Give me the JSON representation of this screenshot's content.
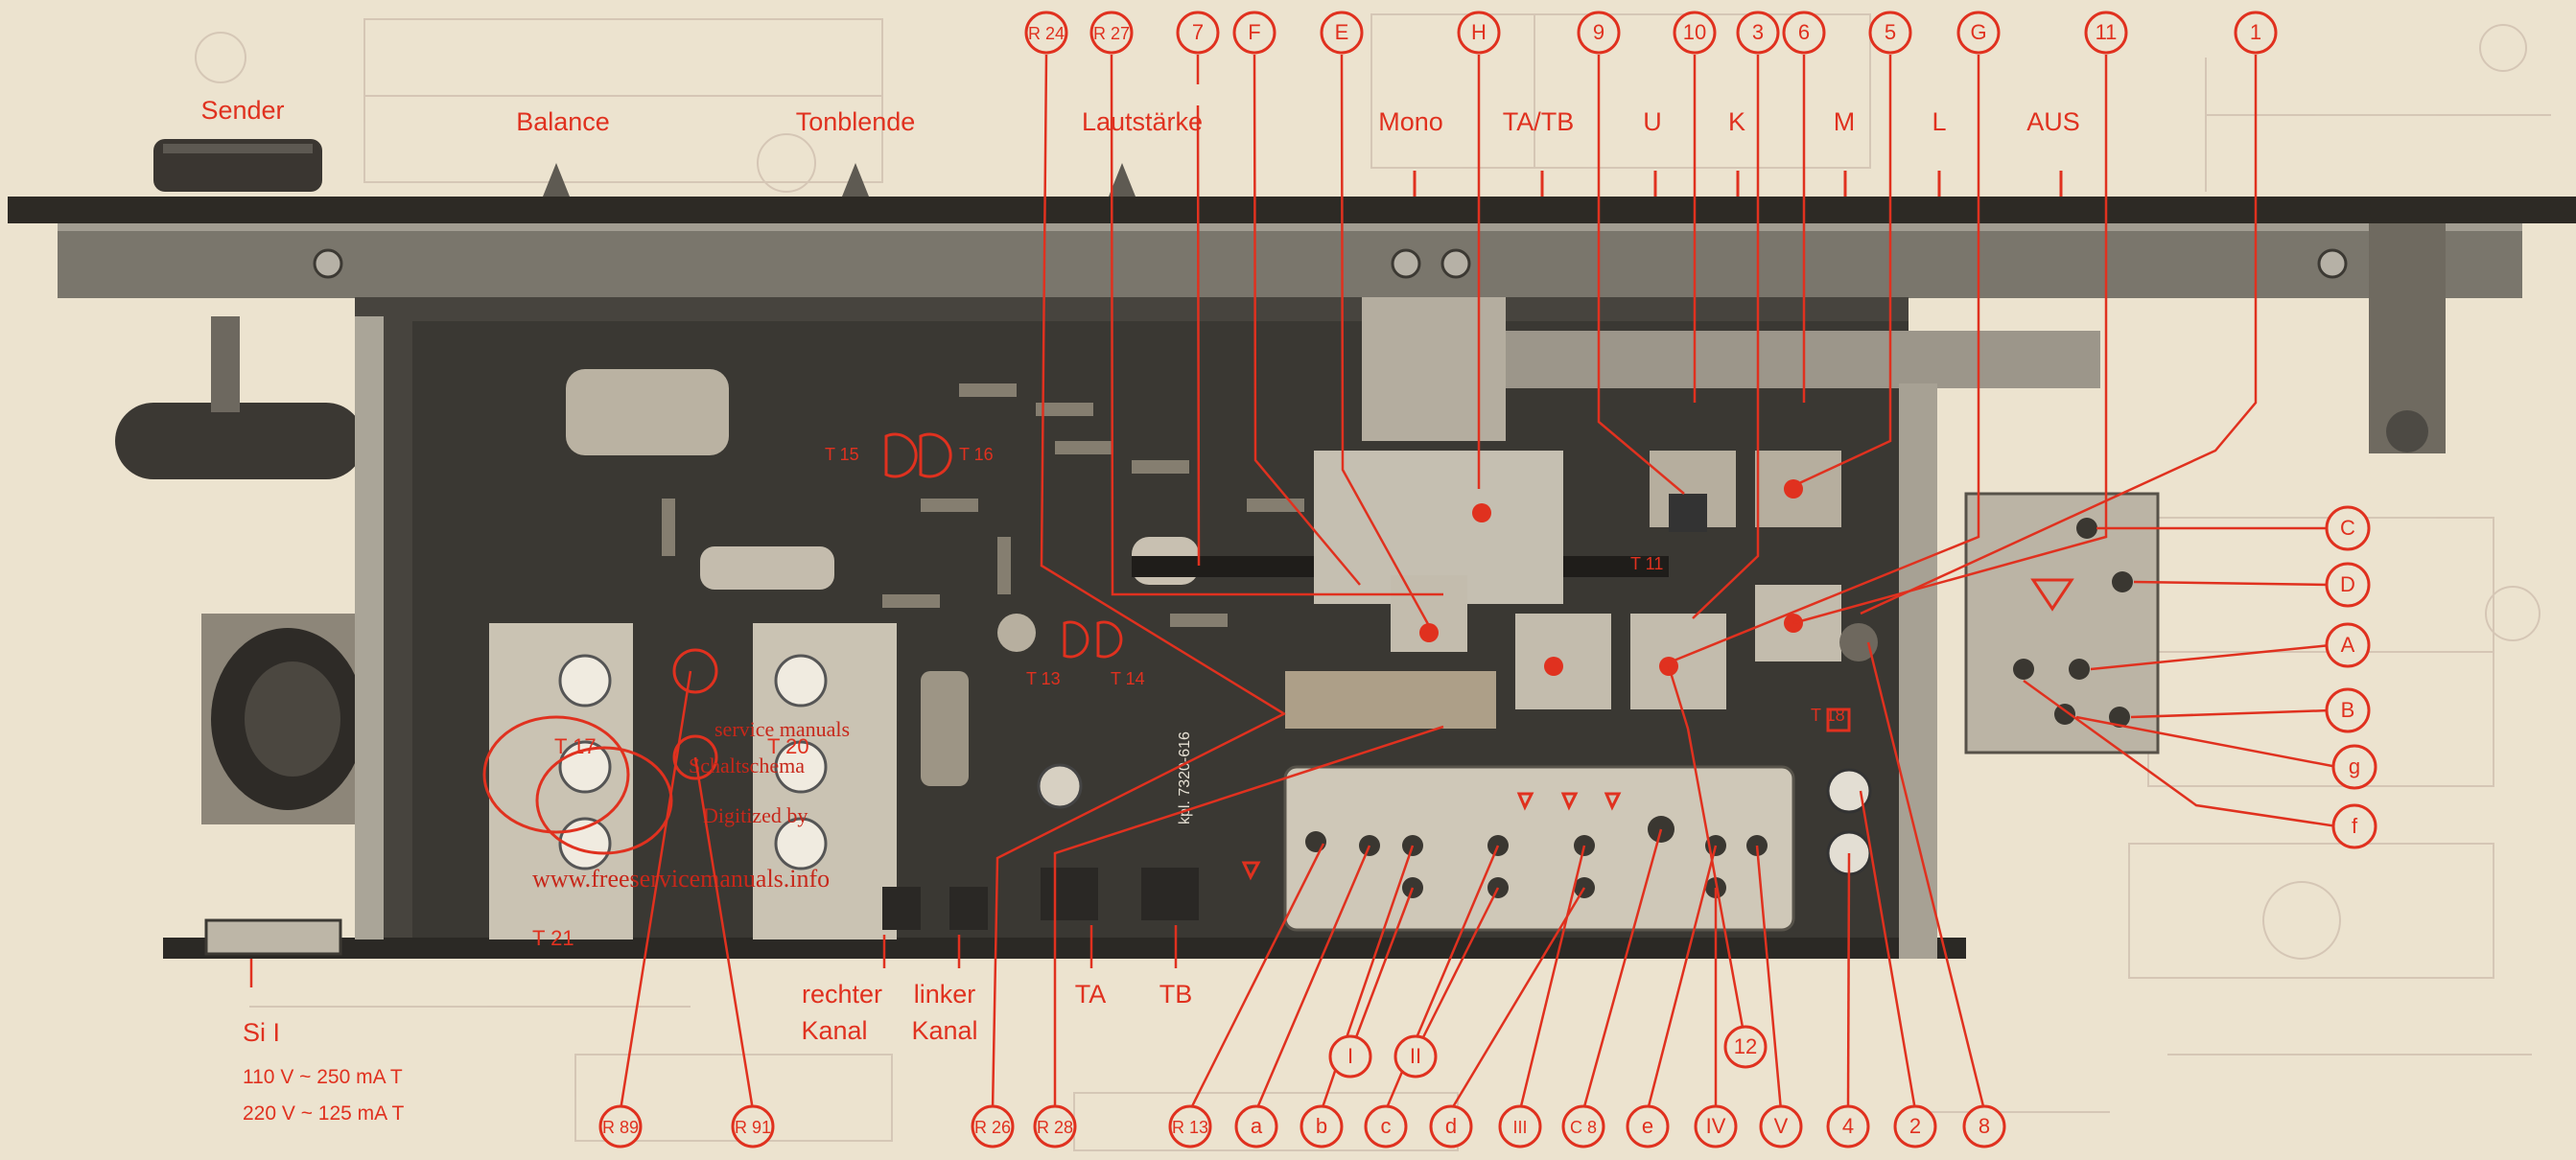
{
  "controls_top": [
    "Sender",
    "Balance",
    "Tonblende",
    "Lautstärke",
    "Mono",
    "TA/TB",
    "U",
    "K",
    "M",
    "L",
    "AUS"
  ],
  "callouts_top": [
    "R 24",
    "R 27",
    "7",
    "F",
    "E",
    "H",
    "9",
    "10",
    "3",
    "6",
    "5",
    "G",
    "11",
    "1"
  ],
  "callouts_right": [
    "C",
    "D",
    "A",
    "B",
    "g",
    "f"
  ],
  "callouts_bottom": [
    "R 89",
    "R 91",
    "R 26",
    "R 28",
    "R 13",
    "a",
    "b",
    "c",
    "d",
    "III",
    "C 8",
    "e",
    "IV",
    "V",
    "4",
    "2",
    "8"
  ],
  "callouts_mid": [
    "I",
    "II",
    "12"
  ],
  "bottom_labels": {
    "rechter": "rechter",
    "rechter_kanal": "Kanal",
    "linker": "linker",
    "linker_kanal": "Kanal",
    "ta": "TA",
    "tb": "TB"
  },
  "fuse": {
    "label": "Si I",
    "line1": "110 V ~ 250 mA T",
    "line2": "220 V ~ 125 mA T"
  },
  "components": {
    "t15": "T 15",
    "t16": "T 16",
    "t13": "T 13",
    "t14": "T 14",
    "t17": "T 17",
    "t20": "T 20",
    "t21": "T 21",
    "t11": "T 11",
    "t18": "T 18",
    "board": "kpl. 7320-616"
  },
  "watermark": {
    "line1": "service manuals",
    "line2": "Schaltschema",
    "line3": "Digitized by",
    "line4": "www.freeservicemanuals.info"
  },
  "colors": {
    "callout": "#e0311f",
    "paper": "#ece3cf",
    "chassis": "#5a564d",
    "board": "#3d3b36",
    "panel": "#cfc8b8"
  }
}
